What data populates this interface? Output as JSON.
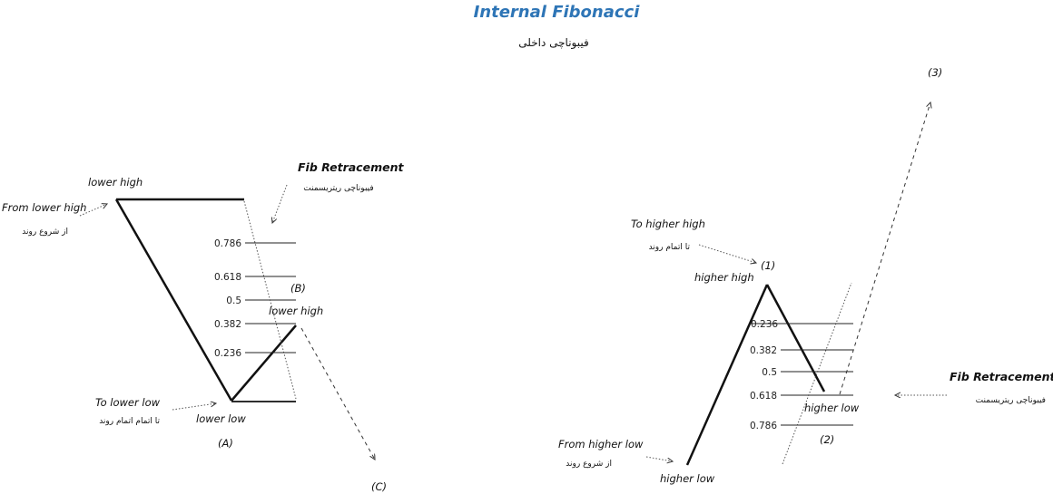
{
  "title": "Internal Fibonacci",
  "subtitle_fa": "فیبوناچی داخلی",
  "left": {
    "from_label": "From lower high",
    "from_label_fa": "از شروع روند",
    "lower_high_top": "lower high",
    "fib_header": "Fib Retracement",
    "fib_header_fa": "فیبوناچی ریتریسمنت",
    "levels": [
      "0.786",
      "0.618",
      "0.5",
      "0.382",
      "0.236"
    ],
    "marker_b": "(B)",
    "lower_high_mid": "lower high",
    "to_label": "To lower low",
    "to_label_fa": "تا اتمام اتمام روند",
    "lower_low": "lower low",
    "marker_a": "(A)",
    "marker_c": "(C)"
  },
  "right": {
    "to_label": "To higher high",
    "to_label_fa": "تا اتمام روند",
    "marker_1": "(1)",
    "higher_high": "higher high",
    "levels": [
      "0.236",
      "0.382",
      "0.5",
      "0.618",
      "0.786"
    ],
    "higher_low_mid": "higher low",
    "marker_2": "(2)",
    "from_label": "From higher low",
    "from_label_fa": "از شروع روند",
    "higher_low_bottom": "higher low",
    "marker_3": "(3)",
    "fib_header": "Fib Retracement",
    "fib_header_fa": "فیبوناچی ریتریسمنت"
  }
}
